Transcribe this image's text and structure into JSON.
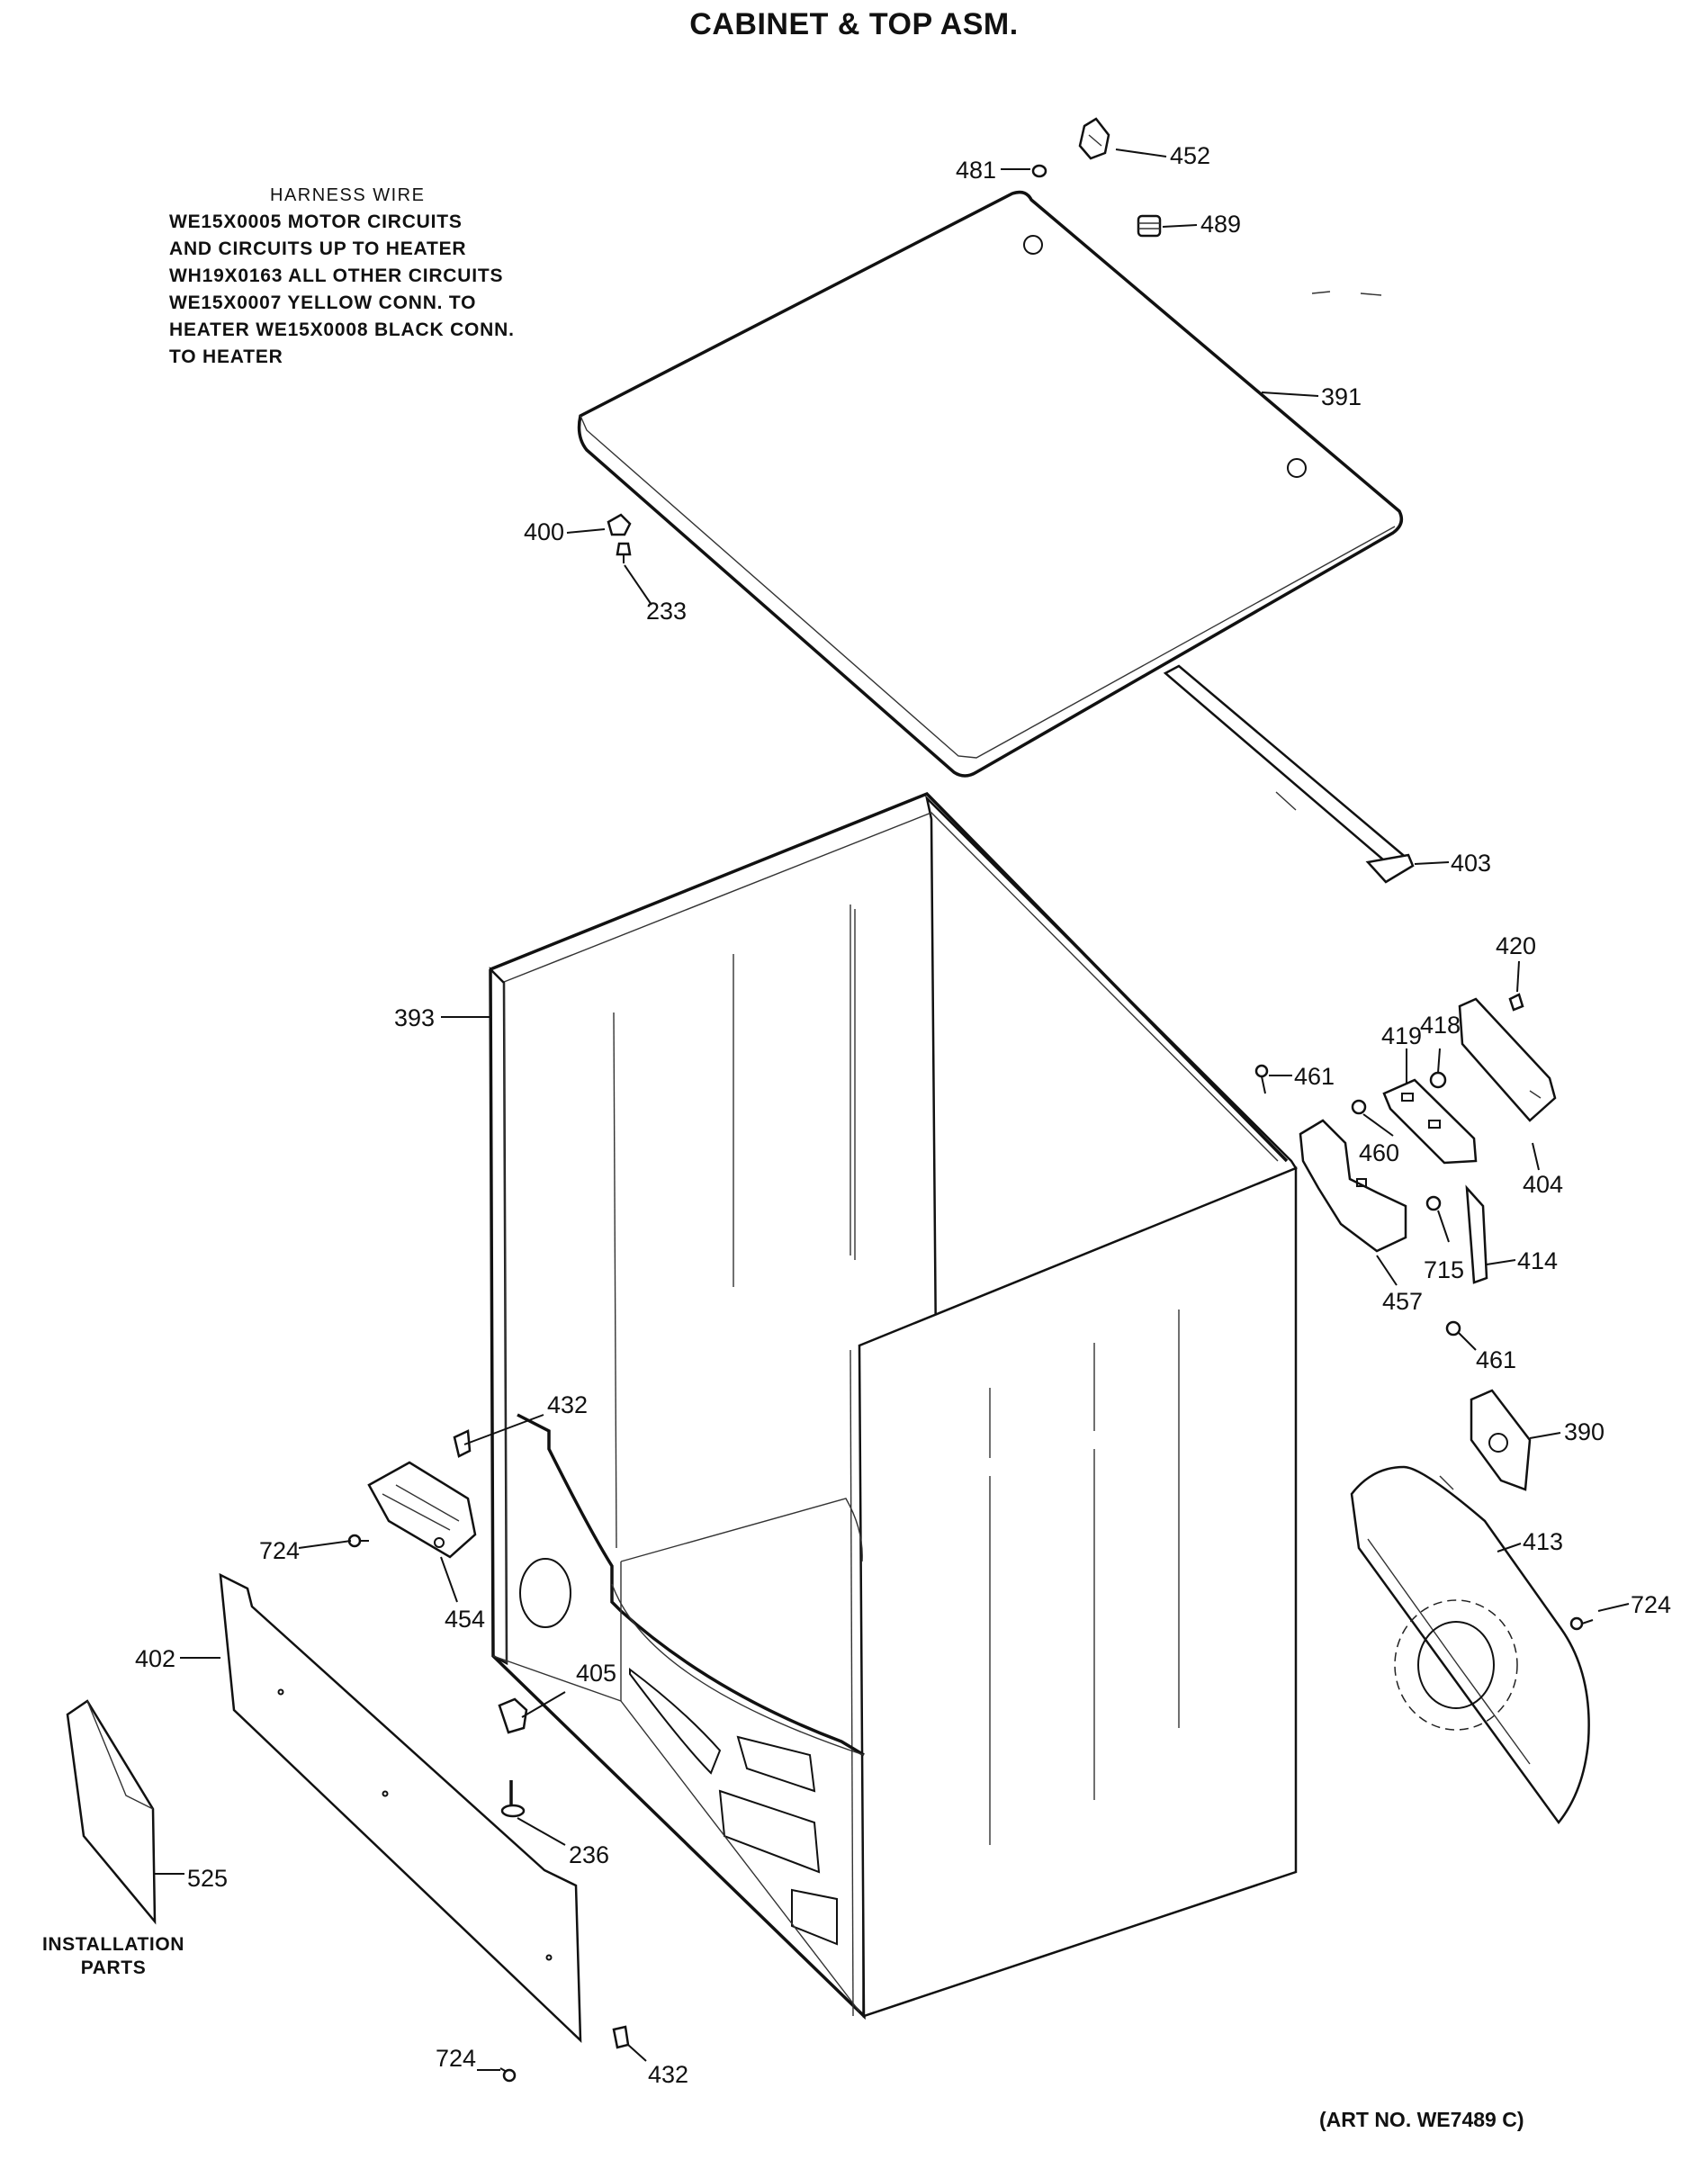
{
  "title": "CABINET & TOP ASM.",
  "harness": {
    "heading": "HARNESS WIRE",
    "lines": [
      "WE15X0005 MOTOR CIRCUITS",
      "AND CIRCUITS UP TO HEATER",
      "WH19X0163 ALL OTHER CIRCUITS",
      "WE15X0007 YELLOW CONN. TO",
      "HEATER WE15X0008 BLACK CONN.",
      "TO HEATER"
    ]
  },
  "installation_label": [
    "INSTALLATION",
    "PARTS"
  ],
  "art_number": "(ART NO. WE7489 C)",
  "callouts": {
    "c481": "481",
    "c452": "452",
    "c489": "489",
    "c391": "391",
    "c400": "400",
    "c233": "233",
    "c403": "403",
    "c393": "393",
    "c420": "420",
    "c419": "419",
    "c418": "418",
    "c461a": "461",
    "c460": "460",
    "c404": "404",
    "c715": "715",
    "c414": "414",
    "c457": "457",
    "c461b": "461",
    "c432a": "432",
    "c390": "390",
    "c724a": "724",
    "c454": "454",
    "c413": "413",
    "c724b": "724",
    "c402": "402",
    "c405": "405",
    "c236": "236",
    "c525": "525",
    "c724c": "724",
    "c432b": "432"
  }
}
